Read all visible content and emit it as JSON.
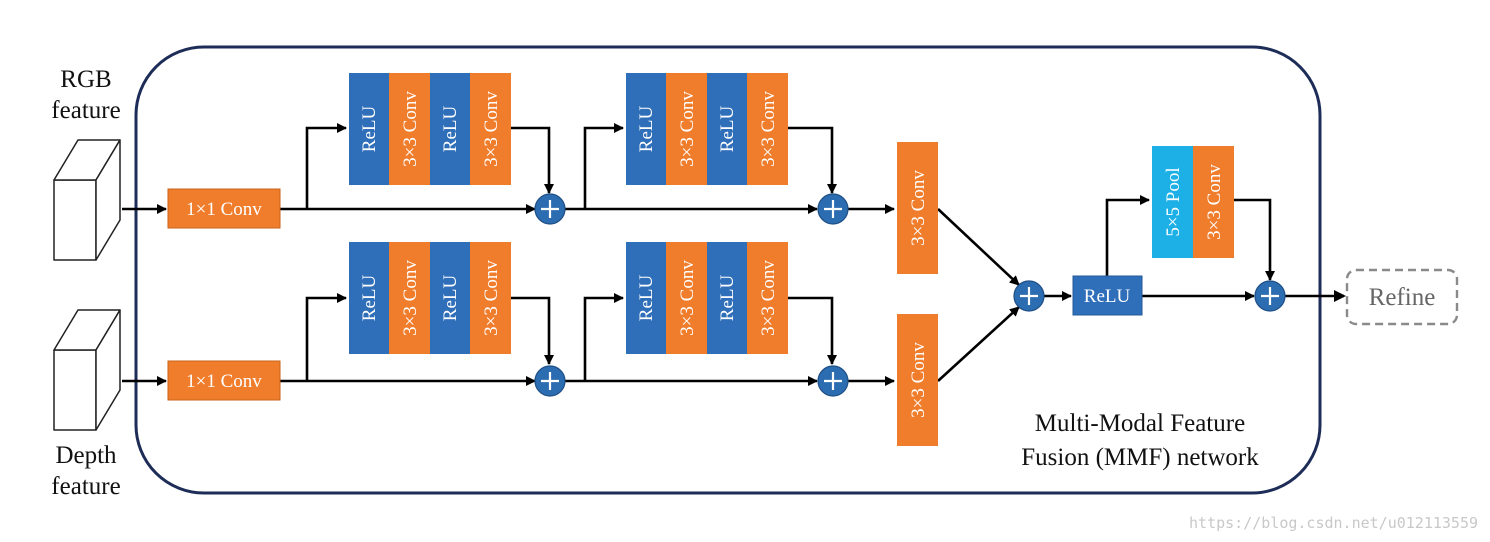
{
  "inputs": {
    "rgb": [
      "RGB",
      "feature"
    ],
    "depth": [
      "Depth",
      "feature"
    ]
  },
  "blocks": {
    "conv1x1": "1×1 Conv",
    "relu": "ReLU",
    "conv3x3": "3×3 Conv",
    "pool5x5": "5×5 Pool"
  },
  "output": {
    "refine": "Refine"
  },
  "caption": [
    "Multi-Modal Feature",
    "Fusion (MMF) network"
  ],
  "watermark": "https://blog.csdn.net/u012113559",
  "colors": {
    "relu": "#2f6eb8",
    "conv": "#ef7d2c",
    "pool": "#1cb0e6",
    "sum_node": "#2c6cb0",
    "frame": "#1d2d57",
    "refine_border": "#8a8a8a"
  }
}
